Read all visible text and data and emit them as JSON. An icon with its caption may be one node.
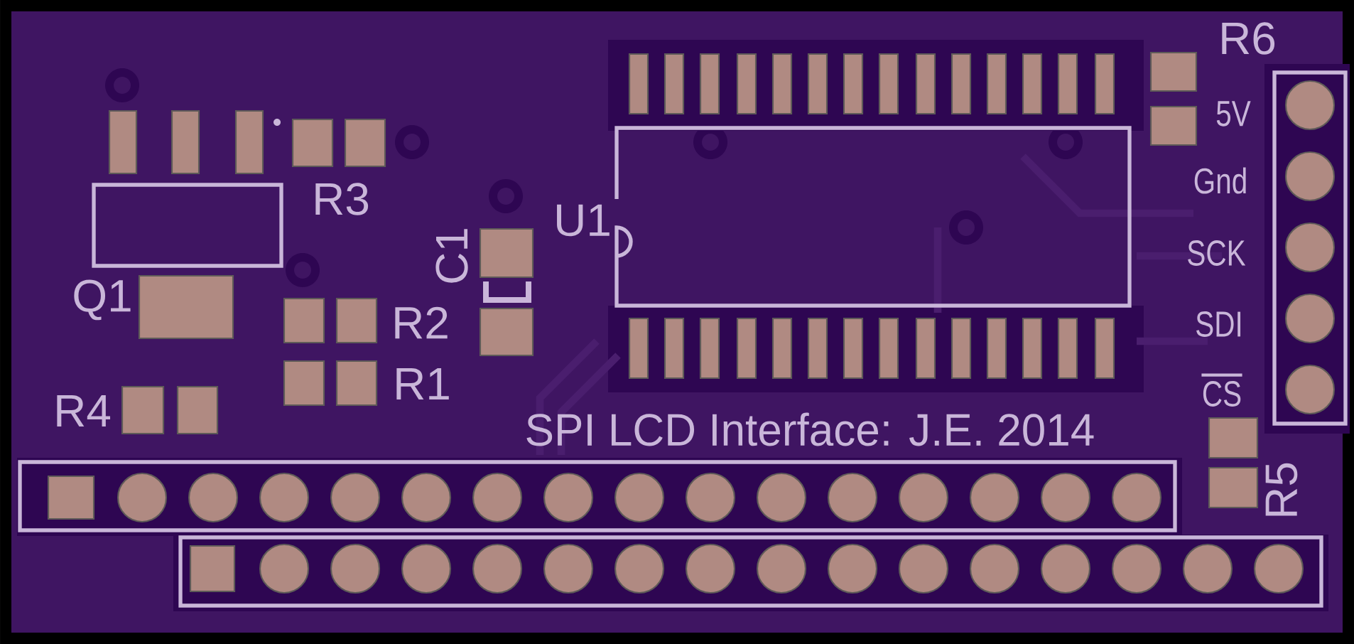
{
  "diagram": {
    "labels": [
      "R6",
      "5V",
      "Gnd",
      "SCK",
      "SDI",
      "CS",
      "R3",
      "Q1",
      "C1",
      "U1",
      "R2",
      "R1",
      "R4",
      "SPI LCD Interface: J.E. 2014",
      "R5"
    ]
  }
}
